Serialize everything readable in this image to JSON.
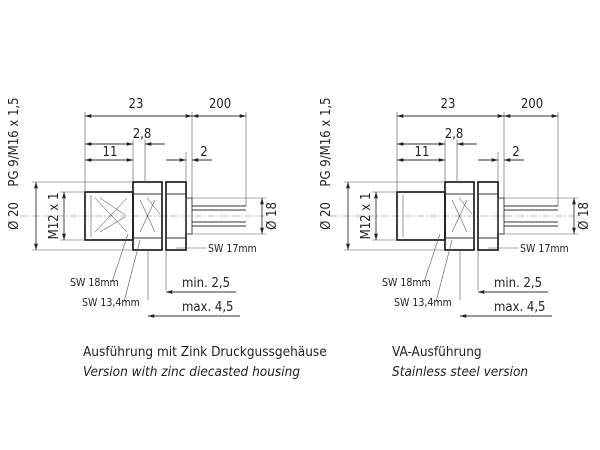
{
  "views": [
    {
      "variant": "zinc",
      "labels": {
        "thread_pg": "PG 9/M16 x 1,5",
        "dim_overall": "23",
        "dim_wire": "200",
        "dim_11": "11",
        "dim_2_8": "2,8",
        "dim_2": "2",
        "dia_20": "Ø 20",
        "thread_m12": "M12 x 1",
        "dia_18": "Ø 18",
        "sw17": "SW 17mm",
        "sw18": "SW 18mm",
        "sw13": "SW 13,4mm",
        "min": "min. 2,5",
        "max": "max. 4,5"
      },
      "caption": {
        "de": "Ausführung mit Zink Druckgussgehäuse",
        "en": "Version with zinc diecasted housing"
      }
    },
    {
      "variant": "stainless",
      "labels": {
        "thread_pg": "PG 9/M16 x 1,5",
        "dim_overall": "23",
        "dim_wire": "200",
        "dim_11": "11",
        "dim_2_8": "2,8",
        "dim_2": "2",
        "dia_20": "Ø 20",
        "thread_m12": "M12 x 1",
        "dia_18": "Ø 18",
        "sw17": "SW 17mm",
        "sw18": "SW 18mm",
        "sw13": "SW 13,4mm",
        "min": "min. 2,5",
        "max": "max. 4,5"
      },
      "caption": {
        "de": "VA-Ausführung",
        "en": "Stainless steel version"
      }
    }
  ]
}
